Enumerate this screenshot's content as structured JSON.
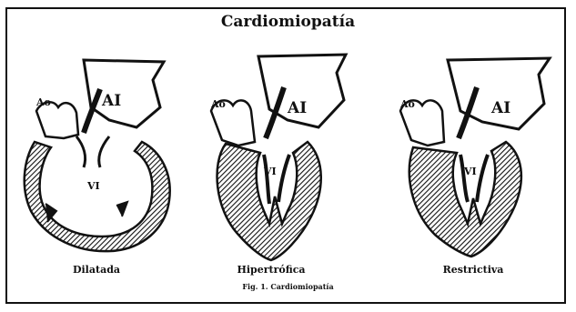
{
  "title": "Cardiomiopatía",
  "figure_caption": "Fig. 1. Cardiomiopatía",
  "panels": [
    {
      "name": "Dilatada",
      "labels": {
        "aorta": "Ao",
        "atrium": "AI",
        "ventricle": "VI"
      }
    },
    {
      "name": "Hipertrófica",
      "labels": {
        "aorta": "Ao",
        "atrium": "AI",
        "ventricle": "VI"
      }
    },
    {
      "name": "Restrictiva",
      "labels": {
        "aorta": "Ao",
        "atrium": "AI",
        "ventricle": "VI"
      }
    }
  ],
  "colors": {
    "ink": "#111111",
    "paper": "#ffffff"
  }
}
